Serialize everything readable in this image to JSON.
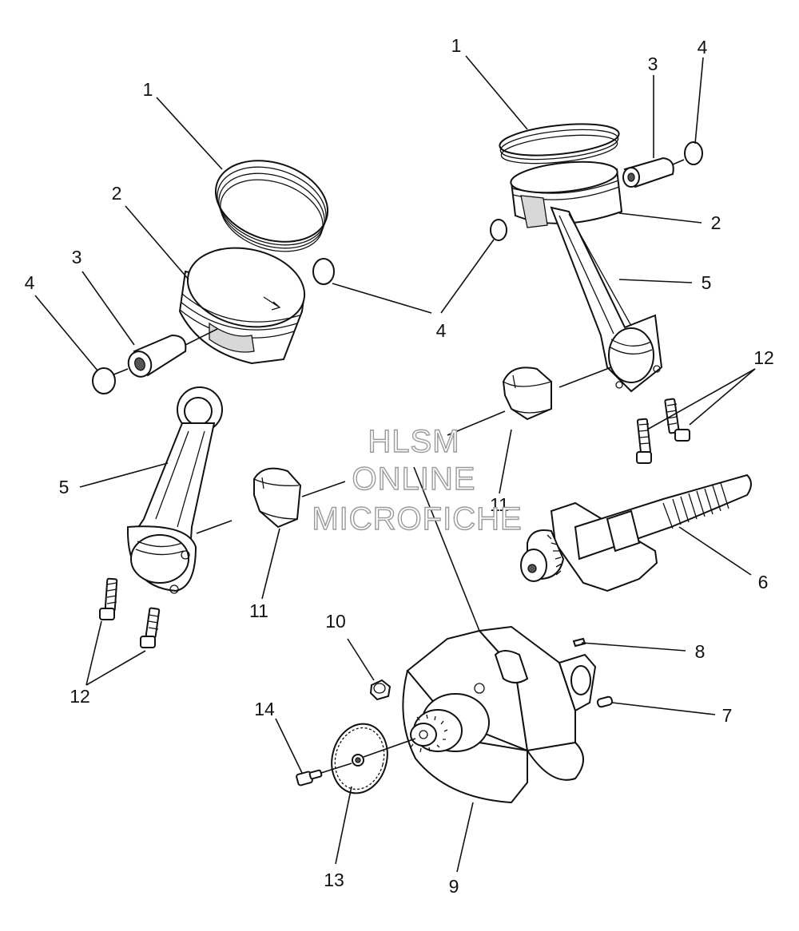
{
  "watermark": {
    "line1": "HLSM",
    "line2": "ONLINE",
    "line3": "MICROFICHE"
  },
  "callouts": {
    "c1a": "1",
    "c1b": "1",
    "c2a": "2",
    "c2b": "2",
    "c3a": "3",
    "c3b": "3",
    "c4a": "4",
    "c4b": "4",
    "c4c": "4",
    "c5a": "5",
    "c5b": "5",
    "c6": "6",
    "c7": "7",
    "c8": "8",
    "c9": "9",
    "c10": "10",
    "c11a": "11",
    "c11b": "11",
    "c12a": "12",
    "c12b": "12",
    "c13": "13",
    "c14": "14"
  },
  "colors": {
    "line": "#111111",
    "watermark_outline": "#9a9a9a",
    "background": "#ffffff"
  }
}
